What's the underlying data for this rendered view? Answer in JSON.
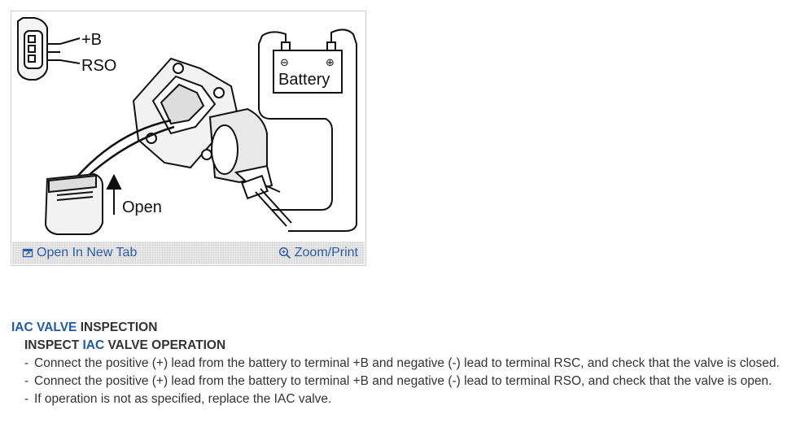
{
  "figure": {
    "labels": {
      "plus_b": "+B",
      "rso": "RSO",
      "battery": "Battery",
      "battery_neg": "⊖",
      "battery_pos": "⊕",
      "open": "Open"
    },
    "footer": {
      "open_new_tab": "Open In New Tab",
      "zoom_print": "Zoom/Print"
    }
  },
  "procedure": {
    "heading_keyword": "IAC VALVE",
    "heading_rest": " INSPECTION",
    "sub_prefix": "INSPECT ",
    "sub_keyword": "IAC",
    "sub_rest": " VALVE OPERATION",
    "steps": [
      "Connect the positive (+) lead from the battery to terminal +B and negative (-) lead to terminal RSC, and check that the valve is closed.",
      "Connect the positive (+) lead from the battery to terminal +B and negative (-) lead to terminal RSO, and check that the valve is open.",
      "If operation is not as specified, replace the IAC valve."
    ]
  },
  "colors": {
    "link": "#2a5aa8",
    "keyword": "#1f5aa6",
    "text": "#333333"
  }
}
